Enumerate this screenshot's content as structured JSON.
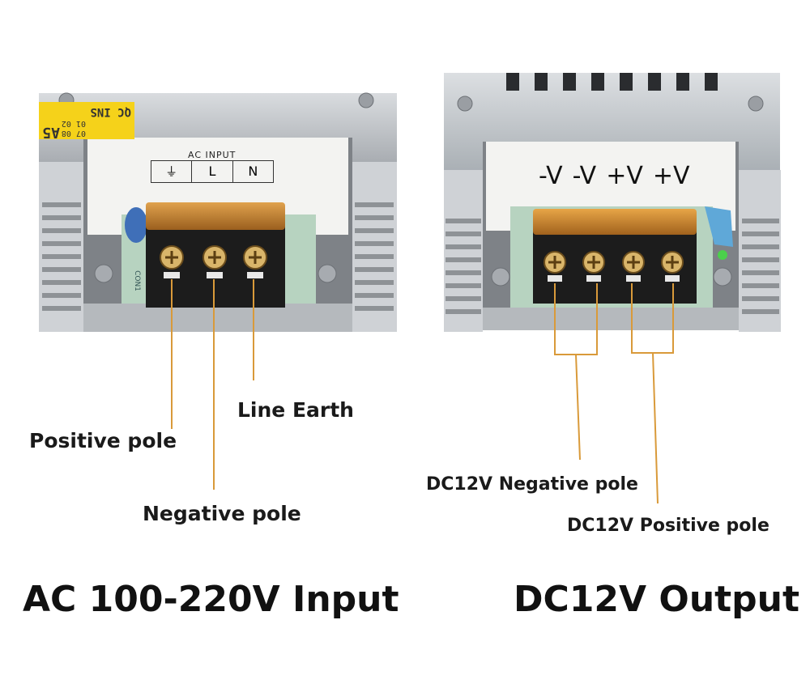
{
  "input_unit": {
    "sticker_top": "A5",
    "sticker_row1": [
      "07",
      "08"
    ],
    "sticker_row2": [
      "01",
      "02"
    ],
    "sticker_row3": "QC INS",
    "panel_heading": "AC INPUT",
    "terminal_symbols": [
      "⏚",
      "L",
      "N"
    ],
    "board_label": "CON1",
    "callouts": {
      "positive": "Positive pole",
      "negative": "Negative pole",
      "line_earth": "Line Earth"
    },
    "caption": "AC 100-220V Input"
  },
  "output_unit": {
    "terminal_labels": [
      "-V",
      "-V",
      "+V",
      "+V"
    ],
    "callouts": {
      "negative": "DC12V Negative pole",
      "positive": "DC12V Positive pole"
    },
    "caption": "DC12V Output"
  },
  "colors": {
    "callout_line": "#d99a3a",
    "chassis": "#c9ccd0",
    "terminal_block": "#1c1c1c",
    "cover_strip": "#c8863a",
    "pcb": "#b7d3c0"
  }
}
